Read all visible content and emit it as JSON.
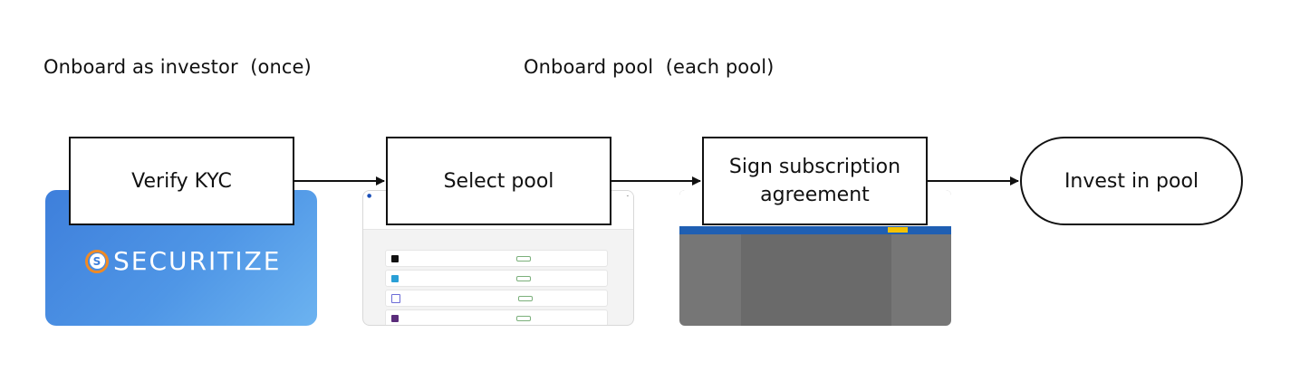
{
  "sections": {
    "investor": "Onboard as investor  (once)",
    "pool": "Onboard pool  (each pool)"
  },
  "steps": {
    "kyc": "Verify KYC",
    "select_pool": "Select pool",
    "sign_line1": "Sign subscription",
    "sign_line2": "agreement",
    "invest": "Invest in pool"
  },
  "thumbnails": {
    "securitize_logo_text": "SECURITIZE",
    "securitize_mark": "S",
    "securitize_bg": "#4a8fe3",
    "docusign_bg": "#767676",
    "docusign_bar": "#1f5fb3"
  },
  "icons": {
    "arrow": "arrow-right-icon"
  }
}
